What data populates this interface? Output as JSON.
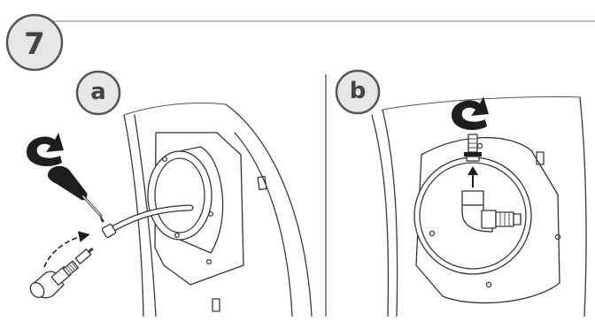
{
  "step": {
    "number": "7"
  },
  "panels": [
    {
      "label": "a"
    },
    {
      "label": "b"
    }
  ],
  "icons": {
    "rotate": "rotate-arrow-icon",
    "screwdriver": "screwdriver-icon",
    "elbow_fitting": "elbow-fitting-icon",
    "straight_fitting": "straight-nipple-icon",
    "move_arrow": "curved-arrow-icon"
  },
  "colors": {
    "badge_fill": "#e6e6e6",
    "badge_stroke": "#555555",
    "badge_text": "#444444",
    "line": "#3a3a3a",
    "icon_dark": "#1e1e1e"
  }
}
